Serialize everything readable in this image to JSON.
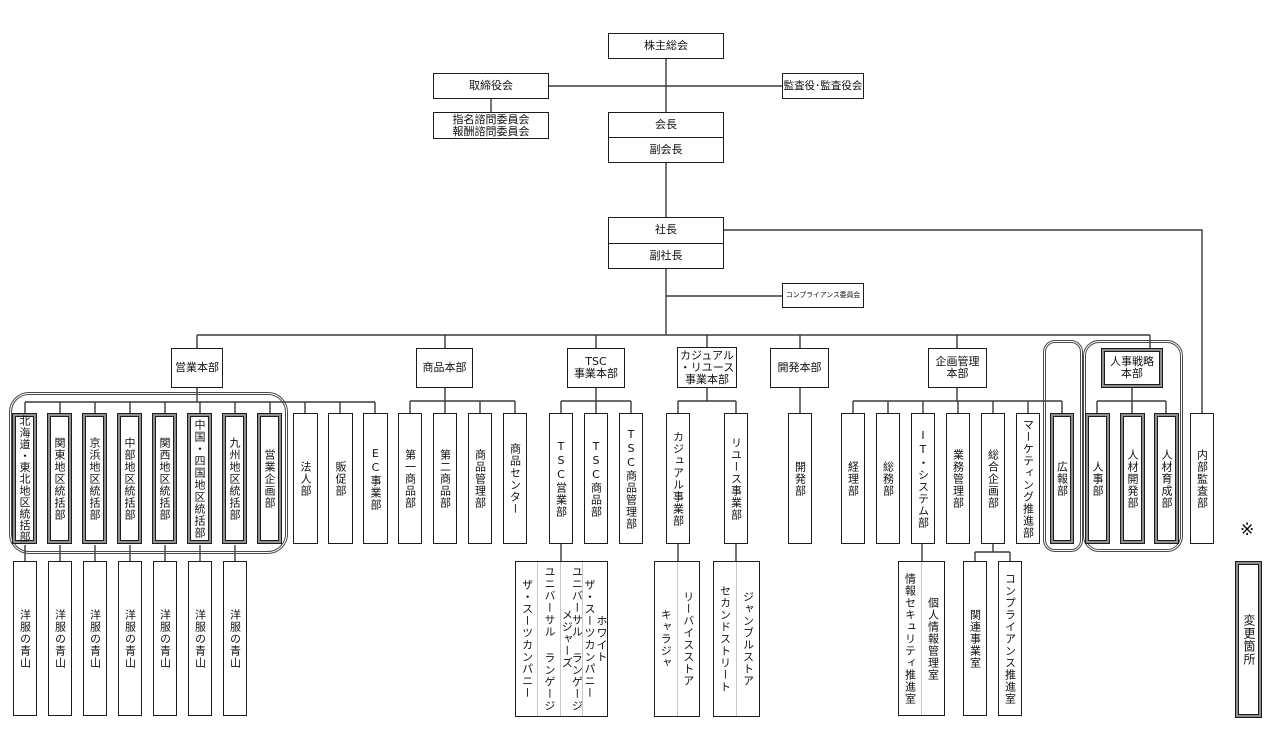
{
  "governance": {
    "shareholders_meeting": "株主総会",
    "board_of_directors": "取締役会",
    "audit": "監査役･監査役会",
    "advisory_committees": [
      "指名諮問委員会",
      "報酬諮問委員会"
    ],
    "chairman": "会長",
    "vice_chairman": "副会長",
    "president": "社長",
    "vice_president": "副社長",
    "compliance_committee": "コンプライアンス委員会",
    "internal_audit": "内部監査部"
  },
  "divisions": {
    "sales": {
      "name_lines": [
        "営業本部"
      ],
      "regional_departments": [
        "北海道・東北地区統括部",
        "関東地区統括部",
        "京浜地区統括部",
        "中部地区統括部",
        "関西地区統括部",
        "中国・四国地区統括部",
        "九州地区統括部",
        "営業企画部"
      ],
      "other_departments": [
        "法人部",
        "販促部",
        "EC事業部"
      ],
      "store_brands": [
        "洋服の青山",
        "洋服の青山",
        "洋服の青山",
        "洋服の青山",
        "洋服の青山",
        "洋服の青山",
        "洋服の青山"
      ]
    },
    "merchandise": {
      "name_lines": [
        "商品本部"
      ],
      "departments": [
        "第一商品部",
        "第二商品部",
        "商品管理部",
        "商品センター"
      ]
    },
    "tsc": {
      "name_lines": [
        "TSC",
        "事業本部"
      ],
      "departments": [
        "TSC営業部",
        "TSC商品部",
        "TSC商品管理部"
      ],
      "store_brands": [
        {
          "lines": [
            "ザ・スーツカンパニー"
          ]
        },
        {
          "lines": [
            "ユニバーサル ランゲージ"
          ]
        },
        {
          "lines": [
            "ユニバーサル ランゲージ",
            "メジャーズ"
          ]
        },
        {
          "lines": [
            "ザ・スーツカンパニー",
            "ホワイト"
          ]
        }
      ]
    },
    "casual_reuse": {
      "name_lines": [
        "カジュアル",
        "・リユース",
        "事業本部"
      ],
      "departments": [
        "カジュアル事業部",
        "リユース事業部"
      ],
      "casual_brands": [
        "キャラジャ",
        "リーバイスストア"
      ],
      "reuse_brands": [
        "セカンドストリート",
        "ジャンブルストア"
      ]
    },
    "development": {
      "name_lines": [
        "開発本部"
      ],
      "departments": [
        "開発部"
      ]
    },
    "planning_admin": {
      "name_lines": [
        "企画管理",
        "本部"
      ],
      "departments": [
        "経理部",
        "総務部",
        "IT・システム部",
        "業務管理部",
        "総合企画部",
        "マーケティング推進部",
        "広報部"
      ],
      "it_offices": [
        "情報セキュリティ推進室",
        "個人情報管理室"
      ],
      "planning_offices": [
        "関連事業室",
        "コンプライアンス推進室"
      ]
    },
    "hr_strategy": {
      "name_lines": [
        "人事戦略",
        "本部"
      ],
      "departments": [
        "人事部",
        "人材開発部",
        "人材育成部"
      ]
    }
  },
  "legend": {
    "marker": "※",
    "label": "変更箇所"
  },
  "colors": {
    "line": "#3a3a3a",
    "border": "#1c1c1c",
    "background": "#ffffff",
    "cell_divider": "#c8c8c8"
  }
}
